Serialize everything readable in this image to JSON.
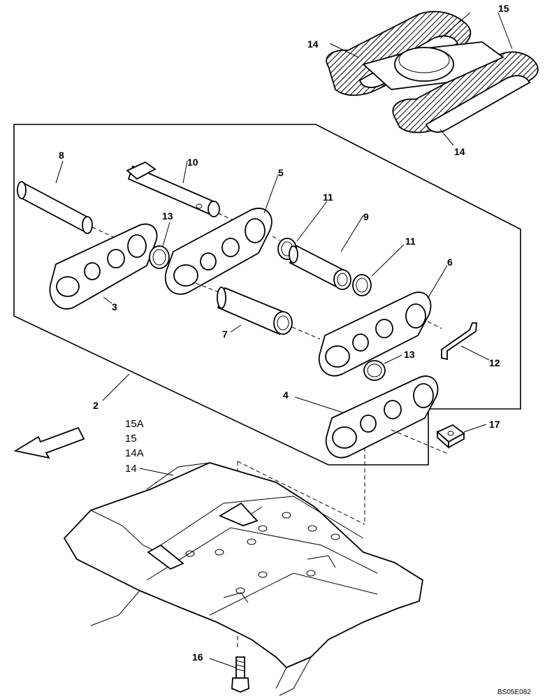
{
  "callouts": {
    "c15_top": "15",
    "c14_top": "14",
    "c14_right": "14",
    "c8": "8",
    "c10": "10",
    "c5": "5",
    "c11_a": "11",
    "c9": "9",
    "c11_b": "11",
    "c13_a": "13",
    "c3": "3",
    "c6": "6",
    "c7": "7",
    "c12": "12",
    "c13_b": "13",
    "c2": "2",
    "c4": "4",
    "c17": "17",
    "c16": "16"
  },
  "shoe_variants": [
    "15A",
    "15",
    "14A",
    "14"
  ],
  "drawing_code": "BS05E082"
}
